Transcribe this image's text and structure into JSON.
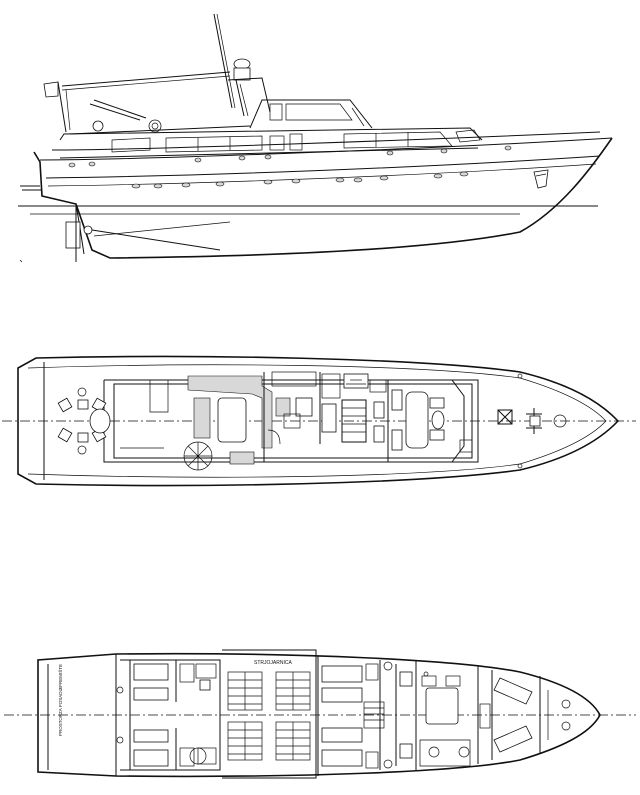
{
  "drawing": {
    "lower_deck_label": "STRJOJARNICA",
    "aft_labels": [
      "PROSTOR",
      "ZA POSADU",
      "SPREMIŠTE"
    ]
  }
}
